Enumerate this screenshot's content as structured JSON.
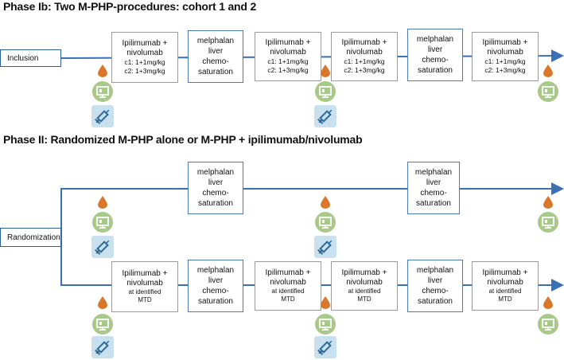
{
  "phase1": {
    "title": "Phase Ib: Two M-PHP-procedures: cohort 1 and 2",
    "start_label": "Inclusion",
    "immuno_line1": "Ipilimumab +",
    "immuno_line2": "nivolumab",
    "dose_c1": "c1: 1+1mg/kg",
    "dose_c2": "c2: 1+3mg/kg",
    "chemo_line1": "melphalan",
    "chemo_line2": "liver",
    "chemo_line3": "chemo-",
    "chemo_line4": "saturation"
  },
  "phase2": {
    "title": "Phase II: Randomized M-PHP alone or M-PHP + ipilimumab/nivolumab",
    "start_label": "Randomization",
    "immuno_line1": "Ipilimumab +",
    "immuno_line2": "nivolumab",
    "immuno_line3": "at identified",
    "immuno_line4": "MTD",
    "chemo_line1": "melphalan",
    "chemo_line2": "liver",
    "chemo_line3": "chemo-",
    "chemo_line4": "saturation"
  },
  "icons": [
    "blood-drop-icon",
    "monitor-scan-icon",
    "syringe-icon"
  ],
  "colors": {
    "arrow": "#3b6fb6",
    "chemo_border": "#4a7bbf",
    "immuno_border": "#9a9a9a",
    "drop": "#d9782d",
    "monitor": "#a9c98a",
    "syringe_bg": "#c9e1ef",
    "syringe": "#2a6a9a"
  }
}
